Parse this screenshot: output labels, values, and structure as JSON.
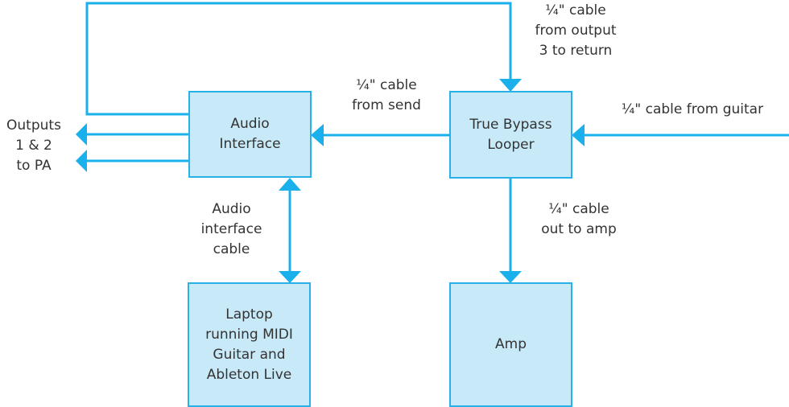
{
  "colors": {
    "line": "#1ab0ec",
    "box_fill": "#c8e9f8",
    "box_border": "#27b1e7",
    "text": "#333333"
  },
  "nodes": {
    "audio_interface": "Audio\nInterface",
    "looper": "True Bypass\nLooper",
    "laptop": "Laptop\nrunning MIDI\nGuitar and\nAbleton Live",
    "amp": "Amp"
  },
  "labels": {
    "output3": "¼\" cable\nfrom output\n3 to return",
    "send": "¼\" cable\nfrom send",
    "guitar": "¼\" cable from guitar",
    "outputs_pa": "Outputs\n1 & 2\nto PA",
    "interface_cable": "Audio\ninterface\ncable",
    "amp_out": "¼\" cable\nout to amp"
  },
  "edges": [
    {
      "from": "audio_interface",
      "to": "looper",
      "label": "output3"
    },
    {
      "from": "looper",
      "to": "audio_interface",
      "label": "send"
    },
    {
      "from": "guitar",
      "to": "looper",
      "label": "guitar"
    },
    {
      "from": "audio_interface",
      "to": "PA",
      "label": "outputs_pa"
    },
    {
      "from": "audio_interface",
      "to": "laptop",
      "label": "interface_cable",
      "bidirectional": true
    },
    {
      "from": "looper",
      "to": "amp",
      "label": "amp_out"
    }
  ]
}
